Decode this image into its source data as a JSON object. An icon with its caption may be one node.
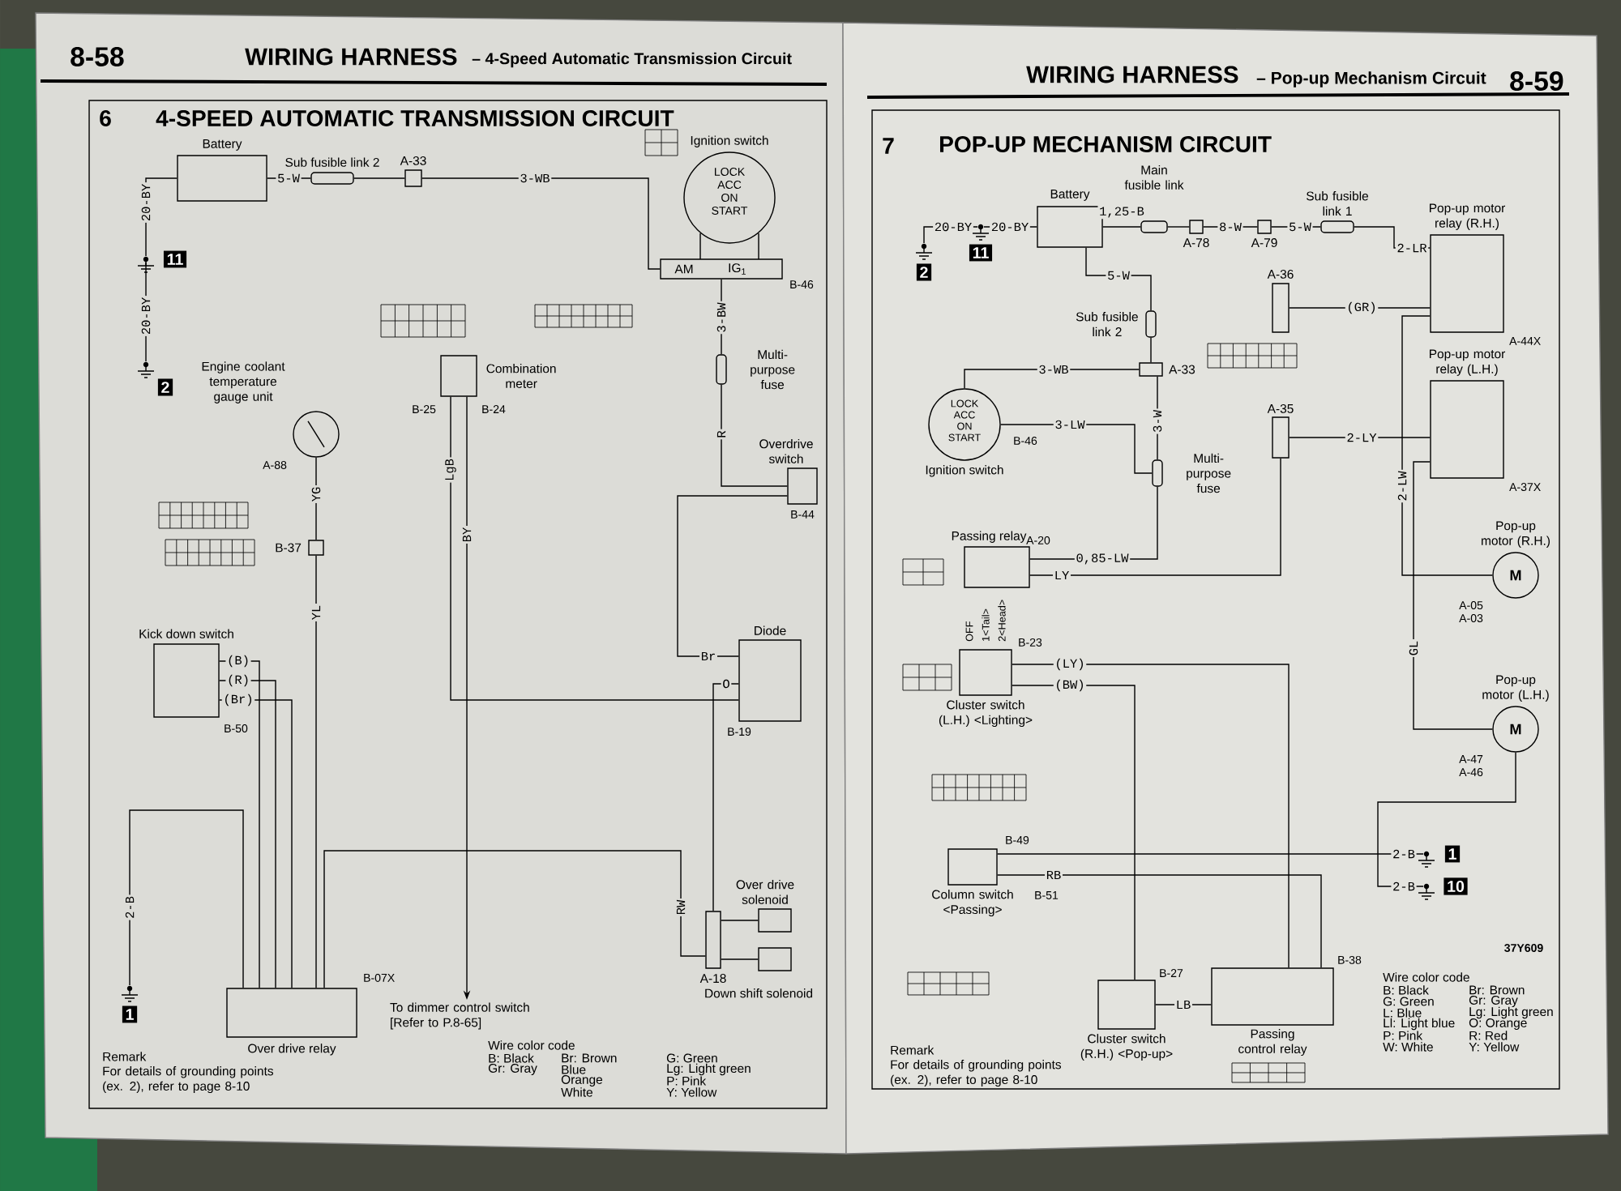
{
  "diagram": {
    "nodes": [
      {
        "text": [
          "Battery"
        ]
      },
      {
        "text": [
          "Sub fusible link 2"
        ]
      },
      {
        "text": [
          "A-33"
        ]
      },
      {
        "text": [
          "Ignition switch"
        ],
        "beside": [
          "B-46"
        ]
      },
      {
        "text": [
          "Multi-purpose fuse"
        ]
      },
      {
        "text": [
          "Overdrive switch"
        ],
        "beside": [
          "B-44"
        ]
      },
      {
        "text": [
          "Engine coolant temperature gauge unit"
        ],
        "beside": [
          "A-88"
        ]
      },
      {
        "text": [
          "Combination meter"
        ],
        "beside": [
          "B-25",
          "B-24"
        ]
      },
      {
        "text": [
          "B-37"
        ]
      },
      {
        "text": [
          "Kick down switch"
        ],
        "beside": [
          "B-50"
        ]
      },
      {
        "text": [
          "Diode"
        ],
        "beside": [
          "B-19"
        ]
      },
      {
        "text": [
          "Over drive relay"
        ],
        "beside": [
          "B-07X"
        ]
      },
      {
        "text": [
          "A-18"
        ]
      },
      {
        "text": [
          "Over drive solenoid"
        ]
      },
      {
        "text": [
          "Down shift solenoid"
        ]
      },
      {
        "text": [
          "2"
        ]
      },
      {
        "text": [
          "11"
        ]
      },
      {
        "text": [
          "1"
        ]
      },
      {
        "text": [
          "To dimmer control switch [Refer to P.8-65]"
        ]
      },
      {
        "text": [
          "Battery"
        ]
      },
      {
        "text": [
          "Main fusible link"
        ]
      },
      {
        "text": [
          "A-78"
        ]
      },
      {
        "text": [
          "A-79"
        ]
      },
      {
        "text": [
          "Sub fusible link 1"
        ]
      },
      {
        "text": [
          "2"
        ]
      },
      {
        "text": [
          "11"
        ]
      },
      {
        "text": [
          "Sub fusible link 2"
        ]
      },
      {
        "text": [
          "A-33"
        ]
      },
      {
        "text": [
          "Ignition switch"
        ],
        "beside": [
          "B-46"
        ]
      },
      {
        "text": [
          "Multi-purpose fuse"
        ]
      },
      {
        "text": [
          "Passing relay"
        ],
        "beside": [
          "A-20"
        ]
      },
      {
        "text": [
          "Cluster switch (L.H.) <Lighting>"
        ],
        "beside": [
          "B-23"
        ]
      },
      {
        "text": [
          "A-36"
        ]
      },
      {
        "text": [
          "A-35"
        ]
      },
      {
        "text": [
          "Pop-up motor relay (R.H.)"
        ],
        "beside": [
          "A-44X"
        ]
      },
      {
        "text": [
          "Pop-up motor relay (L.H.)"
        ],
        "beside": [
          "A-37X"
        ]
      },
      {
        "text": [
          "Pop-up motor (R.H.)"
        ],
        "beside": [
          "A-05",
          "A-03"
        ]
      },
      {
        "text": [
          "Pop-up motor (L.H.)"
        ],
        "beside": [
          "A-47",
          "A-46"
        ]
      },
      {
        "text": [
          "Column switch <Passing>"
        ],
        "beside": [
          "B-49",
          "B-51"
        ]
      },
      {
        "text": [
          "Cluster switch (R.H.) <Pop-up>"
        ],
        "beside": [
          "B-27"
        ]
      },
      {
        "text": [
          "Passing control relay"
        ],
        "beside": [
          "B-38"
        ]
      },
      {
        "text": [
          "1"
        ]
      },
      {
        "text": [
          "10"
        ]
      }
    ],
    "edges": [
      {
        "from": 0,
        "to": 16,
        "arrow": "none",
        "label": "20-BY"
      },
      {
        "from": 16,
        "to": 15,
        "arrow": "none",
        "label": "20-BY"
      },
      {
        "from": 0,
        "to": 1,
        "arrow": "none",
        "label": "5-W"
      },
      {
        "from": 1,
        "to": 2,
        "arrow": "none"
      },
      {
        "from": 2,
        "to": 3,
        "arrow": "none",
        "label": "3-WB"
      },
      {
        "from": 3,
        "to": 4,
        "arrow": "none",
        "label": "3-BW"
      },
      {
        "from": 4,
        "to": 5,
        "arrow": "none",
        "label": "R"
      },
      {
        "from": 6,
        "to": 8,
        "arrow": "none",
        "label": "YG"
      },
      {
        "from": 8,
        "to": 11,
        "arrow": "none",
        "label": "YL"
      },
      {
        "from": 5,
        "to": 10,
        "arrow": "none",
        "label": "Br"
      },
      {
        "from": 7,
        "to": 10,
        "arrow": "none",
        "label": "LgB"
      },
      {
        "from": 7,
        "to": 18,
        "arrow": "to",
        "label": "BY"
      },
      {
        "from": 9,
        "to": 11,
        "arrow": "none",
        "label": "(B)"
      },
      {
        "from": 9,
        "to": 11,
        "arrow": "none",
        "label": "(R)"
      },
      {
        "from": 9,
        "to": 11,
        "arrow": "none",
        "label": "(Br)"
      },
      {
        "from": 11,
        "to": 17,
        "arrow": "none",
        "label": "2-B"
      },
      {
        "from": 10,
        "to": 12,
        "arrow": "none",
        "label": "O"
      },
      {
        "from": 11,
        "to": 12,
        "arrow": "none",
        "label": "RW"
      },
      {
        "from": 12,
        "to": 13,
        "arrow": "none"
      },
      {
        "from": 12,
        "to": 14,
        "arrow": "none"
      },
      {
        "from": 24,
        "to": 25,
        "arrow": "none",
        "label": "20-BY"
      },
      {
        "from": 25,
        "to": 19,
        "arrow": "none",
        "label": "20-BY"
      },
      {
        "from": 19,
        "to": 20,
        "arrow": "none",
        "label": "1,25-B"
      },
      {
        "from": 20,
        "to": 21,
        "arrow": "none"
      },
      {
        "from": 21,
        "to": 22,
        "arrow": "none",
        "label": "8-W"
      },
      {
        "from": 22,
        "to": 23,
        "arrow": "none",
        "label": "5-W"
      },
      {
        "from": 23,
        "to": 34,
        "arrow": "none",
        "label": "2-LR"
      },
      {
        "from": 19,
        "to": 26,
        "arrow": "none",
        "label": "5-W"
      },
      {
        "from": 26,
        "to": 27,
        "arrow": "none"
      },
      {
        "from": 27,
        "to": 28,
        "arrow": "none",
        "label": "3-WB"
      },
      {
        "from": 27,
        "to": 29,
        "arrow": "none",
        "label": "3-W"
      },
      {
        "from": 28,
        "to": 29,
        "arrow": "none",
        "label": "3-LW"
      },
      {
        "from": 29,
        "to": 30,
        "arrow": "none",
        "label": "0,85-LW"
      },
      {
        "from": 30,
        "to": 33,
        "arrow": "none",
        "label": "LY"
      },
      {
        "from": 32,
        "to": 34,
        "arrow": "none",
        "label": "(GR)"
      },
      {
        "from": 33,
        "to": 35,
        "arrow": "none",
        "label": "2-LY"
      },
      {
        "from": 34,
        "to": 36,
        "arrow": "none",
        "label": "2-LW"
      },
      {
        "from": 35,
        "to": 37,
        "arrow": "none",
        "label": "GL"
      },
      {
        "from": 31,
        "to": 40,
        "arrow": "none",
        "label": "(LY)"
      },
      {
        "from": 31,
        "to": 39,
        "arrow": "none",
        "label": "(BW)"
      },
      {
        "from": 38,
        "to": 41,
        "arrow": "none",
        "label": "2-B"
      },
      {
        "from": 38,
        "to": 40,
        "arrow": "none",
        "label": "RB"
      },
      {
        "from": 37,
        "to": 42,
        "arrow": "none",
        "label": "2-B"
      },
      {
        "from": 39,
        "to": 40,
        "arrow": "none",
        "label": "LB"
      }
    ],
    "labels": [
      "8-58",
      "WIRING HARNESS",
      "– 4-Speed Automatic Transmission Circuit",
      "6",
      "4-SPEED AUTOMATIC TRANSMISSION CIRCUIT",
      "LOCK",
      "ACC",
      "ON",
      "START",
      "AM",
      "IG$_{1}$",
      "Remark",
      "For details of grounding points (ex. 2), refer to page 8-10",
      "Wire color code",
      "B: Black",
      "Gr: Gray",
      "Br: Brown",
      "Blue",
      "Orange",
      "White",
      "G: Green",
      "Lg: Light green",
      "P: Pink",
      "Y: Yellow",
      "WIRING HARNESS",
      "– Pop-up Mechanism Circuit",
      "8-59",
      "7",
      "POP-UP MECHANISM CIRCUIT",
      "LOCK",
      "ACC",
      "ON",
      "START",
      "OFF",
      "1<Tail>",
      "2<Head>",
      "M",
      "M",
      "37Y609",
      "Remark",
      "For details of grounding points (ex. 2), refer to page 8-10",
      "Wire color code",
      "B: Black",
      "G: Green",
      "L: Blue",
      "Ll: Light blue",
      "P: Pink",
      "W: White",
      "Br: Brown",
      "Gr: Gray",
      "Lg: Light green",
      "O: Orange",
      "R: Red",
      "Y: Yellow"
    ]
  }
}
